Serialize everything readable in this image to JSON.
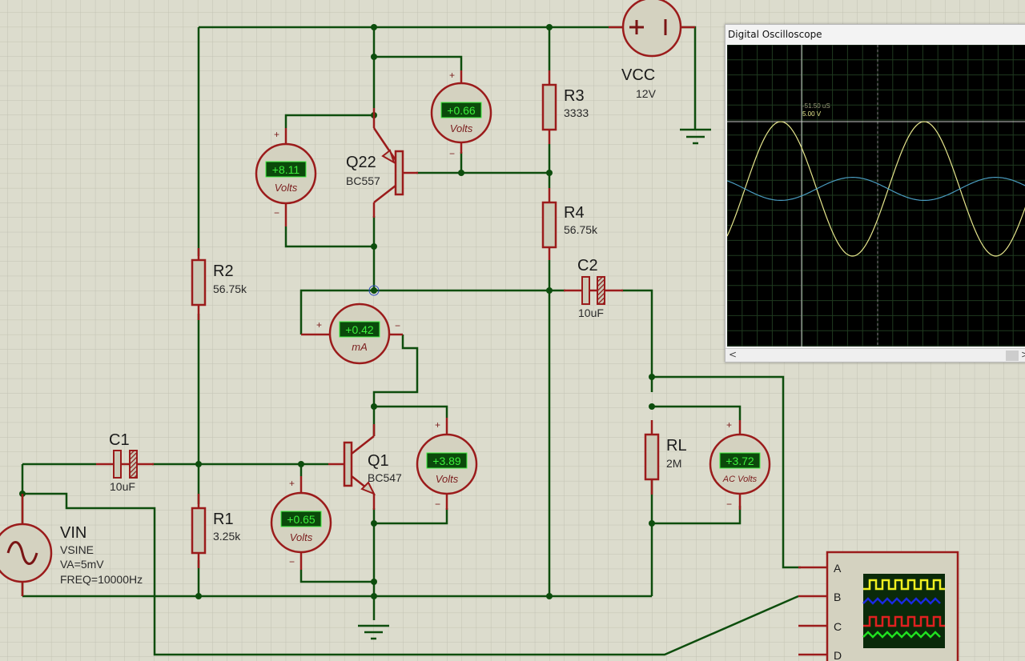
{
  "schematic": {
    "components": {
      "vcc": {
        "name": "VCC",
        "value": "12V"
      },
      "r1": {
        "name": "R1",
        "value": "3.25k"
      },
      "r2": {
        "name": "R2",
        "value": "56.75k"
      },
      "r3": {
        "name": "R3",
        "value": "3333"
      },
      "r4": {
        "name": "R4",
        "value": "56.75k"
      },
      "rl": {
        "name": "RL",
        "value": "2M"
      },
      "c1": {
        "name": "C1",
        "value": "10uF"
      },
      "c2": {
        "name": "C2",
        "value": "10uF"
      },
      "q1": {
        "name": "Q1",
        "model": "BC547"
      },
      "q22": {
        "name": "Q22",
        "model": "BC557"
      },
      "vin": {
        "name": "VIN",
        "type": "VSINE",
        "amplitude": "VA=5mV",
        "freq": "FREQ=10000Hz"
      }
    },
    "meters": [
      {
        "id": "vm-q22-ce",
        "value": "+8.11",
        "unit": "Volts"
      },
      {
        "id": "vm-q22-eb",
        "value": "+0.66",
        "unit": "Volts"
      },
      {
        "id": "am-collector",
        "value": "+0.42",
        "unit": "mA"
      },
      {
        "id": "vm-q1-ce",
        "value": "+3.89",
        "unit": "Volts"
      },
      {
        "id": "vm-q1-be",
        "value": "+0.65",
        "unit": "Volts"
      },
      {
        "id": "vm-load",
        "value": "+3.72",
        "unit": "AC Volts"
      }
    ],
    "polarity": {
      "plus": "+",
      "minus": "−"
    },
    "scope_pins": [
      "A",
      "B",
      "C",
      "D"
    ]
  },
  "oscilloscope": {
    "title": "Digital Oscilloscope",
    "cursor_time": "-51.50 uS",
    "cursor_voltage": "5.00 V",
    "scroll_left": "<",
    "scroll_right": ">",
    "colors": {
      "channel_a": "#e6e68c",
      "channel_b": "#4a9cc0",
      "grid": "#1f3a1f",
      "cursor": "#c8c8c8"
    },
    "traces": [
      {
        "channel": "A",
        "cycles_visible": 2.1,
        "amplitude_div": 3.5,
        "offset_div": 0,
        "phase_deg": 0
      },
      {
        "channel": "B",
        "cycles_visible": 2.1,
        "amplitude_div": 0.6,
        "offset_div": 0,
        "phase_deg": 180
      }
    ]
  }
}
